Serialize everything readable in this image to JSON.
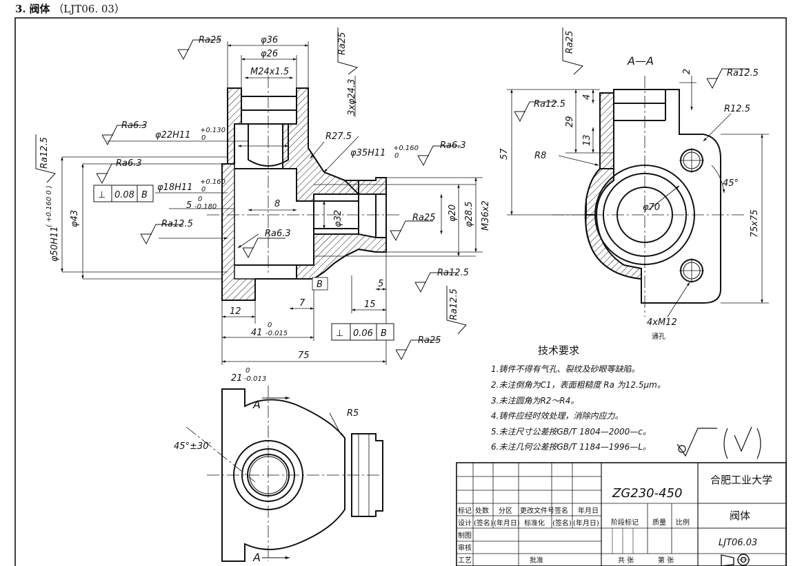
{
  "heading": {
    "number": "3.",
    "name": "阀体",
    "code": "（LJT06. 03）"
  },
  "section_label": "A—A",
  "section_marker": "A",
  "datum_label": "B",
  "roughness": {
    "ra25": "Ra25",
    "ra12_5": "Ra12.5",
    "ra6_3": "Ra6.3"
  },
  "dims_front": {
    "d36": "φ36",
    "d26": "φ26",
    "m24": "M24x1.5",
    "holes3": "3xφ24.3",
    "d22": "φ22H11",
    "d22_tol_up": "+0.130",
    "d22_tol_lo": "0",
    "d18": "φ18H11",
    "d18_tol_up": "+0.160",
    "d18_tol_lo": "0",
    "d35": "φ35H11",
    "d35_tol_up": "+0.160",
    "d35_tol_lo": "0",
    "r27": "R27.5",
    "d50": "φ50H11",
    "d50_tol": "( +0.160 0 )",
    "d43": "φ43",
    "five": "5",
    "five_tol_up": "0",
    "five_tol_lo": "-0.180",
    "eight": "8",
    "d32": "φ32",
    "d20": "φ20",
    "d28": "φ28.5",
    "m36": "M36x2",
    "twelve": "12",
    "seven": "7",
    "fifteen": "15",
    "five_b": "5",
    "l41": "41",
    "l41_tol_up": "0",
    "l41_tol_lo": "-0.015",
    "l75": "75",
    "l21": "21",
    "l21_tol_up": "0",
    "l21_tol_lo": "-0.013",
    "angle": "45°±30′",
    "r5": "R5"
  },
  "tol_perp_1": {
    "symbol": "⊥",
    "value": "0.08",
    "datum": "B"
  },
  "tol_perp_2": {
    "symbol": "⊥",
    "value": "0.06",
    "datum": "B"
  },
  "dims_section": {
    "two": "2",
    "four": "4",
    "twenty_nine": "29",
    "thirteen": "13",
    "fifty_seven": "57",
    "r8": "R8",
    "r12": "R12.5",
    "deg45": "45°",
    "d70": "φ70",
    "sq75": "75x75",
    "holes": "4xM12",
    "through": "通孔"
  },
  "tech_title": "技术要求",
  "tech_notes": [
    "1.铸件不得有气孔、裂纹及砂眼等缺陷。",
    "2.未注倒角为C1，表面粗糙度 Ra 为12.5μm。",
    "3.未注圆角为R2～R4。",
    "4.铸件应经时效处理，消除内应力。",
    "5.未注尺寸公差按GB/T 1804—2000—c。",
    "6.未注几何公差按GB/T 1184—1996—L。"
  ],
  "title_block": {
    "material": "ZG230-450",
    "school": "合肥工业大学",
    "part_name": "阀体",
    "drawing_no": "LJT06.03",
    "row1": [
      "标记",
      "处数",
      "分区",
      "更改文件号",
      "签名",
      "年月日"
    ],
    "row2": [
      "设计",
      "(签名)",
      "(年月日)",
      "标准化",
      "(签名)",
      "(年月日)"
    ],
    "row3": "制图",
    "row4": "审核",
    "row5": "工艺",
    "approve": "批准",
    "stage": "阶段标记",
    "weight": "质量",
    "scale": "比例",
    "sheets": "共  张",
    "sheet": "第  张"
  }
}
